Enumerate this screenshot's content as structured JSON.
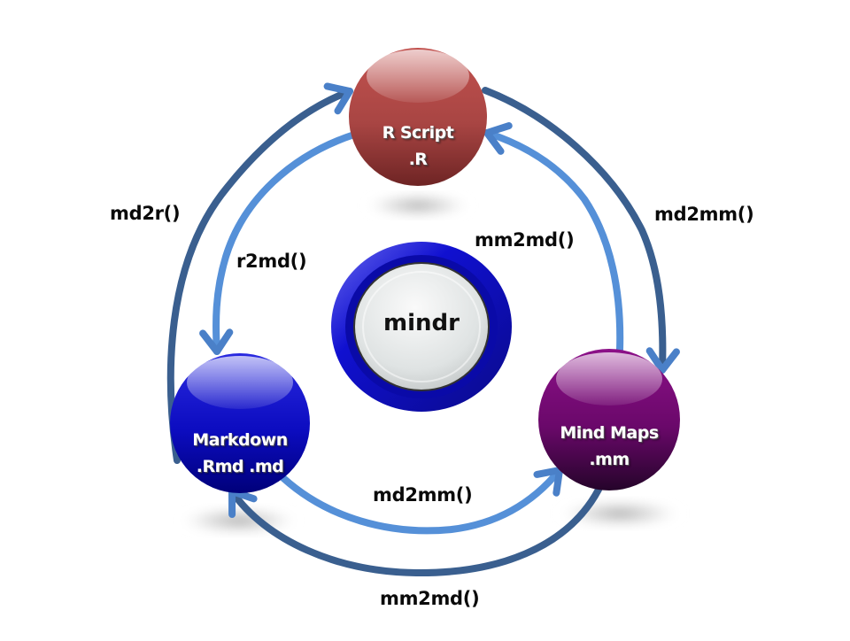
{
  "diagram": {
    "center": {
      "label": "mindr"
    },
    "nodes": [
      {
        "id": "r-script",
        "title": "R Script",
        "ext": ".R",
        "color": "#a84543",
        "dark": "#6e2424"
      },
      {
        "id": "markdown",
        "title": "Markdown",
        "ext": ".Rmd .md",
        "color": "#1010c8",
        "dark": "#000080"
      },
      {
        "id": "mind-maps",
        "title": "Mind Maps",
        "ext": ".mm",
        "color": "#7a0a78",
        "dark": "#2e0530"
      }
    ],
    "edges": [
      {
        "label": "md2r()",
        "from": "markdown",
        "to": "r-script",
        "style": "outer",
        "color": "#3a5f8f"
      },
      {
        "label": "r2md()",
        "from": "r-script",
        "to": "markdown",
        "style": "inner",
        "color": "#5590d8"
      },
      {
        "label": "md2mm()",
        "from": "r-script",
        "to": "mind-maps",
        "style": "outer",
        "color": "#3a5f8f"
      },
      {
        "label": "mm2md()",
        "from": "mind-maps",
        "to": "r-script",
        "style": "inner",
        "color": "#5590d8"
      },
      {
        "label": "md2mm()",
        "from": "markdown",
        "to": "mind-maps",
        "style": "inner",
        "color": "#5590d8"
      },
      {
        "label": "mm2md()",
        "from": "mind-maps",
        "to": "markdown",
        "style": "outer",
        "color": "#3a5f8f"
      }
    ]
  }
}
